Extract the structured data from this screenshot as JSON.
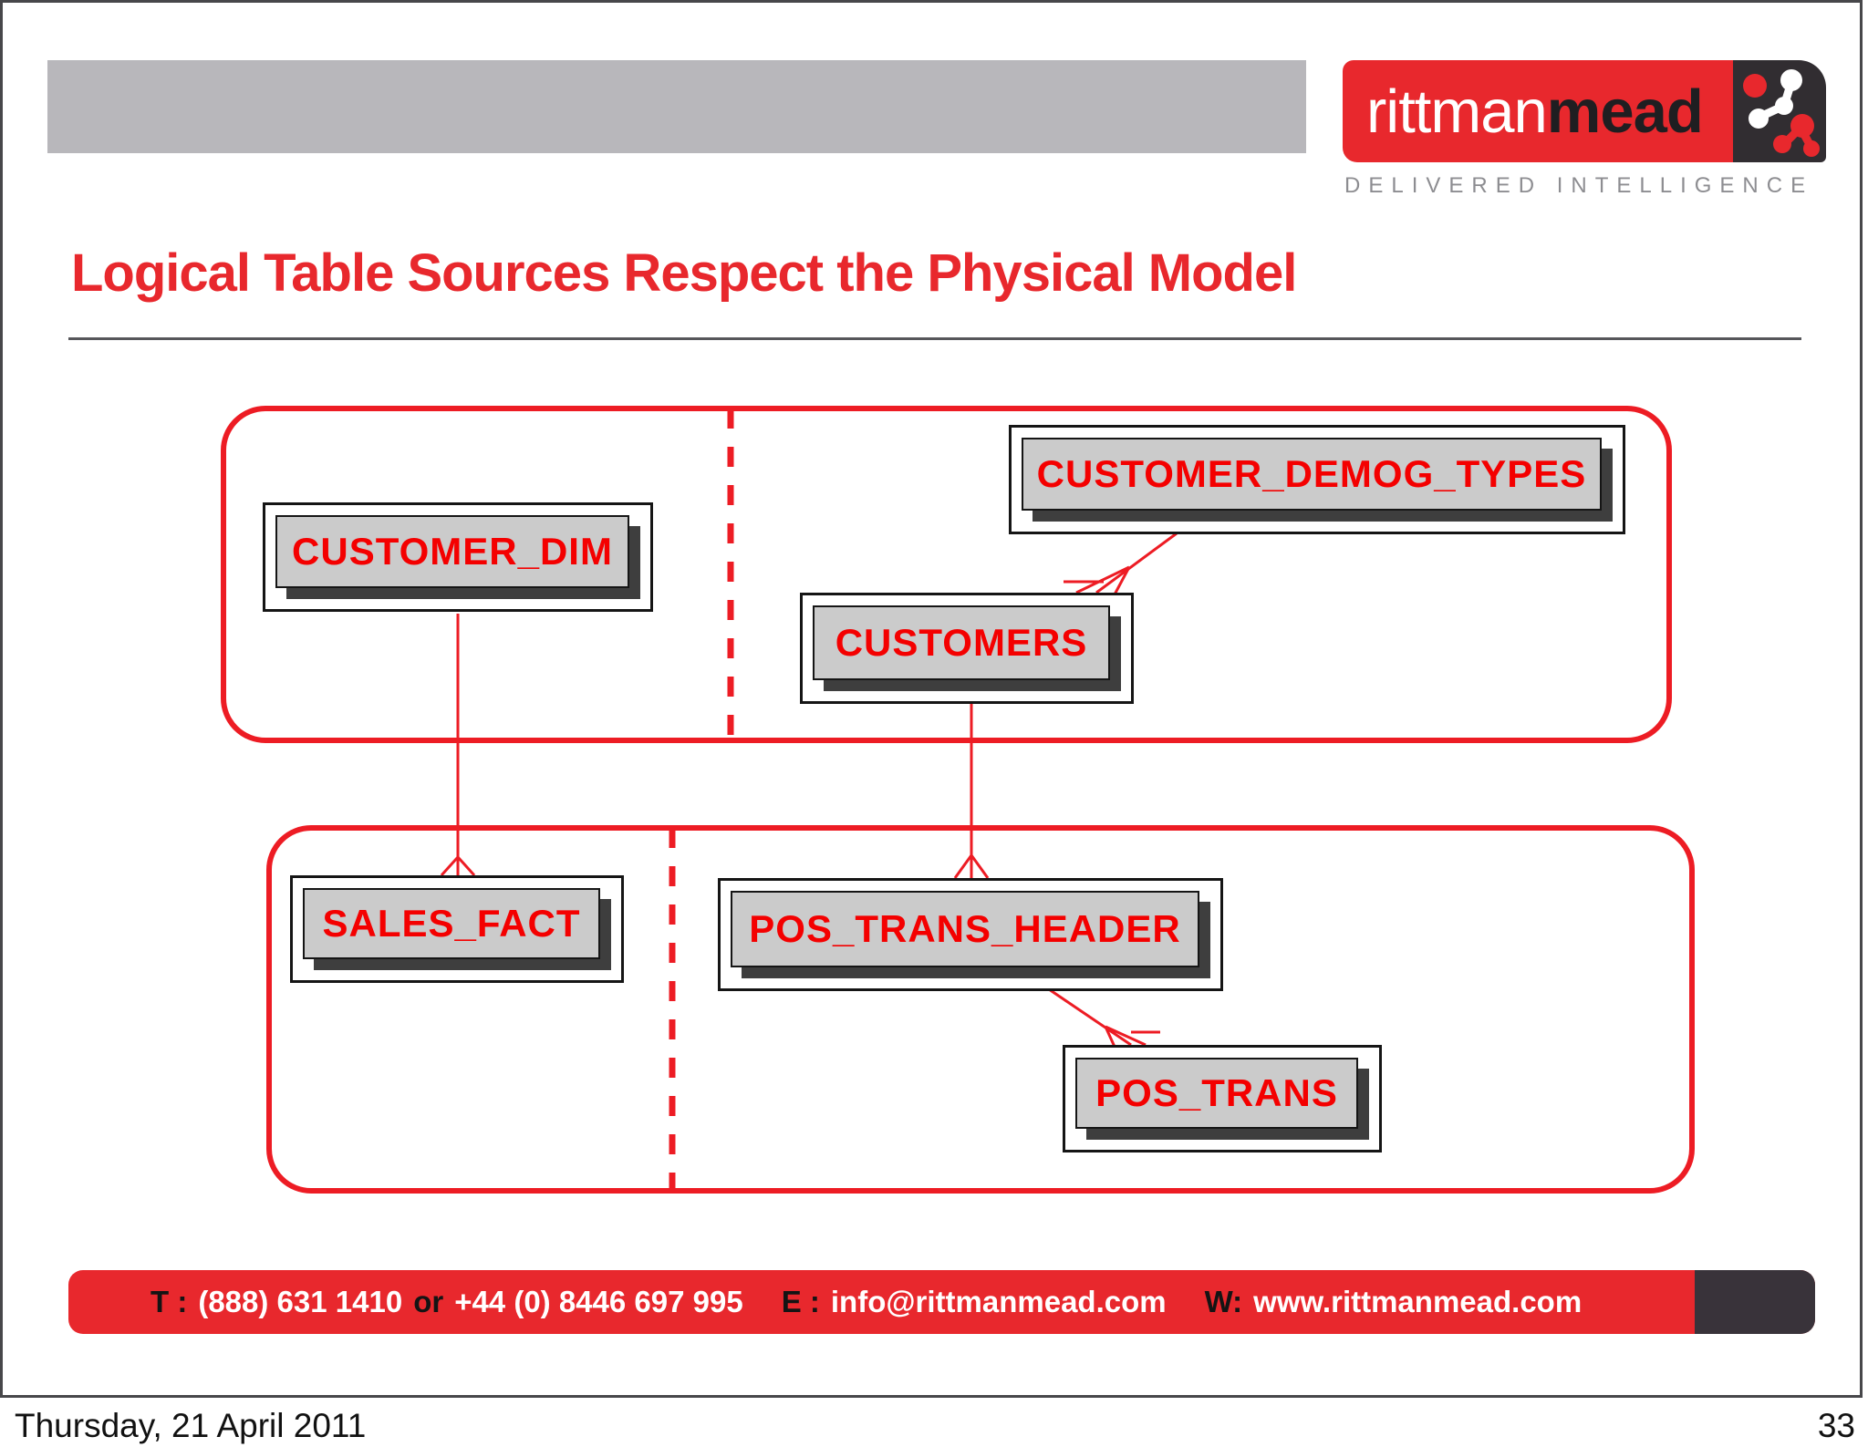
{
  "slide": {
    "title": "Logical Table Sources Respect the Physical Model",
    "footer_date": "Thursday, 21 April 2011",
    "page_number": "33"
  },
  "logo": {
    "brand_light": "rittman",
    "brand_bold": "mead",
    "tagline": "DELIVERED INTELLIGENCE"
  },
  "diagram": {
    "tables": [
      {
        "id": "customer_dim",
        "label": "CUSTOMER_DIM"
      },
      {
        "id": "customer_demog_types",
        "label": "CUSTOMER_DEMOG_TYPES"
      },
      {
        "id": "customers",
        "label": "CUSTOMERS"
      },
      {
        "id": "sales_fact",
        "label": "SALES_FACT"
      },
      {
        "id": "pos_trans_header",
        "label": "POS_TRANS_HEADER"
      },
      {
        "id": "pos_trans",
        "label": "POS_TRANS"
      }
    ],
    "groups": [
      {
        "name": "logical-table-source-top",
        "tables": [
          "CUSTOMER_DIM",
          "CUSTOMER_DEMOG_TYPES",
          "CUSTOMERS"
        ]
      },
      {
        "name": "logical-table-source-bottom",
        "tables": [
          "SALES_FACT",
          "POS_TRANS_HEADER",
          "POS_TRANS"
        ]
      }
    ],
    "relationships": [
      {
        "from": "CUSTOMER_DIM",
        "to": "SALES_FACT"
      },
      {
        "from": "CUSTOMER_DEMOG_TYPES",
        "to": "CUSTOMERS"
      },
      {
        "from": "CUSTOMERS",
        "to": "POS_TRANS_HEADER"
      },
      {
        "from": "POS_TRANS_HEADER",
        "to": "POS_TRANS"
      }
    ]
  },
  "contact_bar": {
    "segments": [
      {
        "text": "T :",
        "color": "black"
      },
      {
        "text": "(888) 631 1410",
        "color": "white"
      },
      {
        "text": "or",
        "color": "black"
      },
      {
        "text": "+44 (0) 8446 697 995",
        "color": "white"
      },
      {
        "text": "E :",
        "color": "black"
      },
      {
        "text": "info@rittmanmead.com",
        "color": "white"
      },
      {
        "text": "W:",
        "color": "black"
      },
      {
        "text": "www.rittmanmead.com",
        "color": "white"
      }
    ]
  },
  "colors": {
    "accent_red": "#e8282d",
    "diagram_red": "#ed1c24",
    "table_label_red": "#f40000",
    "header_gray": "#b8b7bb",
    "tagline_gray": "#8d8d91",
    "bevel_dark": "#3e3e3e",
    "table_face_gray": "#cbcbcb"
  }
}
